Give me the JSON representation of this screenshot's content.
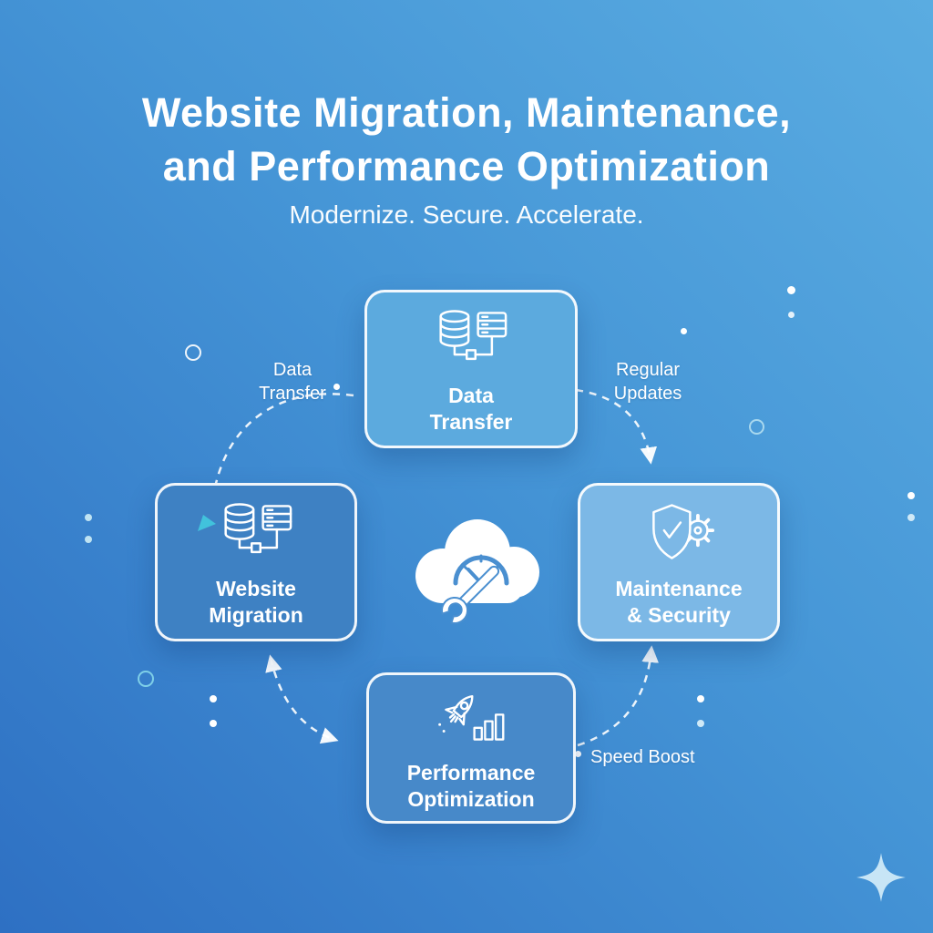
{
  "header": {
    "title_line1": "Website Migration, Maintenance,",
    "title_line2": "and Performance Optimization",
    "subtitle": "Modernize. Secure. Accelerate."
  },
  "diagram": {
    "type": "cycle",
    "center_icon": "cloud-gauge-wrench-icon",
    "nodes": [
      {
        "id": "data-transfer",
        "label_line1": "Data",
        "label_line2": "Transfer",
        "icon": "database-server-icon",
        "fill": "#5caade"
      },
      {
        "id": "maintenance-security",
        "label_line1": "Maintenance",
        "label_line2": "& Security",
        "icon": "shield-gear-icon",
        "fill": "#7cb8e6"
      },
      {
        "id": "performance-optimization",
        "label_line1": "Performance",
        "label_line2": "Optimization",
        "icon": "rocket-growth-icon",
        "fill": "#4789c9"
      },
      {
        "id": "website-migration",
        "label_line1": "Website",
        "label_line2": "Migration",
        "icon": "database-server-icon",
        "fill": "#3e81c3"
      }
    ],
    "edge_labels": [
      {
        "id": "data-transfer-edge",
        "line1": "Data",
        "line2": "Transfer"
      },
      {
        "id": "regular-updates-edge",
        "line1": "Regular",
        "line2": "Updates"
      },
      {
        "id": "speed-boost-edge",
        "line1": "Speed Boost",
        "line2": ""
      }
    ]
  },
  "colors": {
    "bg_light": "#5aace1",
    "bg_dark": "#2e70c3",
    "accent_cyan": "#41c2dc",
    "icon_stroke": "#ffffff",
    "gauge_blue": "#4a8fd0"
  }
}
